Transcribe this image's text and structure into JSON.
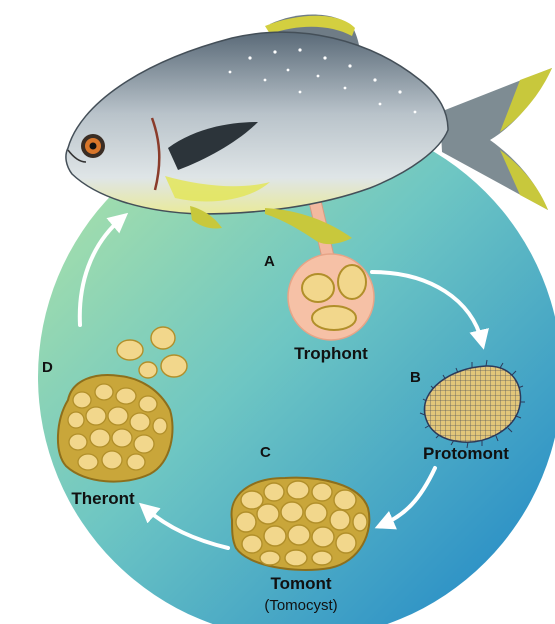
{
  "diagram": {
    "stages": [
      {
        "letter": "A",
        "name": "Trophont"
      },
      {
        "letter": "B",
        "name": "Protomont"
      },
      {
        "letter": "C",
        "name": "Tomont",
        "sub": "(Tomocyst)"
      },
      {
        "letter": "D",
        "name": "Theront"
      }
    ],
    "icons": {
      "host": "pompano-fish-icon",
      "trophont": "trophont-cell-icon",
      "protomont": "protomont-cell-icon",
      "tomont": "tomont-cyst-icon",
      "theront": "theront-swarm-icon"
    },
    "colors": {
      "circle_top_left": "#a8e2a6",
      "circle_bottom_right": "#1a86c9",
      "cell_fill": "#f2d78c",
      "cell_outline": "#b18f2a",
      "cyst_mass": "#c9a63a",
      "trophont_bg": "#f6c1a6",
      "fish_body": "#bcc6cd",
      "fin_yellow": "#c8c83c",
      "arrow": "#ffffff"
    }
  }
}
